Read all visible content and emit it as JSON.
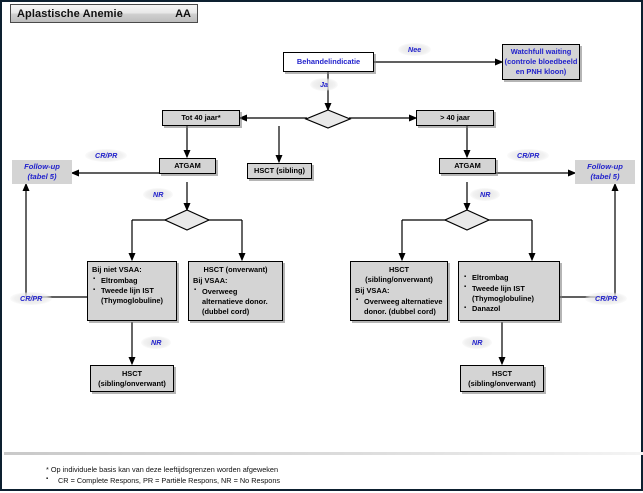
{
  "header": {
    "title": "Aplastische Anemie",
    "abbreviation": "AA"
  },
  "nodes": {
    "behandelindicatie": "Behandelindicatie",
    "watchfull_waiting": "Watchfull waiting (controle bloedbeeld en PNH kloon)",
    "tot40": "Tot 40 jaar*",
    "boven40": "> 40 jaar",
    "atgam_left": "ATGAM",
    "atgam_right": "ATGAM",
    "hsct_sibling": "HSCT (sibling)",
    "followup_left_line1": "Follow-up",
    "followup_left_line2": "(tabel 5)",
    "followup_right_line1": "Follow-up",
    "followup_right_line2": "(tabel 5)",
    "left_box1_header": "Bij niet VSAA:",
    "left_box1_items": [
      "Eltrombag",
      "Tweede lijn IST (Thymoglobuline)"
    ],
    "left_box2_header1": "HSCT (onverwant)",
    "left_box2_header2": "Bij VSAA:",
    "left_box2_items": [
      "Overweeg alternatieve donor. (dubbel cord)"
    ],
    "right_box1_header1": "HSCT (sibling/onverwant)",
    "right_box1_header2": "Bij VSAA:",
    "right_box1_items": [
      "Overweeg alternatieve donor. (dubbel cord)"
    ],
    "right_box2_items": [
      "Eltrombag",
      "Tweede lijn IST (Thymoglobuline)",
      "Danazol"
    ],
    "hsct_bottom_left_line1": "HSCT",
    "hsct_bottom_left_line2": "(sibling/onverwant)",
    "hsct_bottom_right_line1": "HSCT",
    "hsct_bottom_right_line2": "(sibling/onverwant)"
  },
  "edge_labels": {
    "nee": "Nee",
    "ja": "Ja",
    "crpr_top_left": "CR/PR",
    "crpr_top_right": "CR/PR",
    "nr_left_upper": "NR",
    "nr_right_upper": "NR",
    "crpr_low_left": "CR/PR",
    "crpr_low_right": "CR/PR",
    "nr_left_lower": "NR",
    "nr_right_lower": "NR"
  },
  "footnotes": {
    "line1": "Op individuele basis kan van deze leeftijdsgrenzen worden afgeweken",
    "line2": "CR = Complete Respons, PR = Partiële Respons, NR = No Respons"
  },
  "colors": {
    "accent_blue": "#2222cc",
    "node_fill": "#d4d4d4",
    "border": "#000000",
    "frame": "#0d2030"
  }
}
